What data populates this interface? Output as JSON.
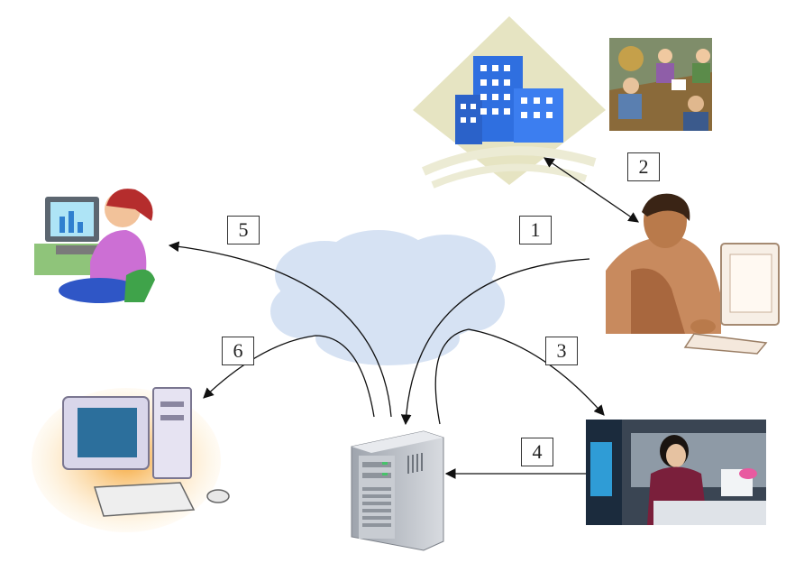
{
  "diagram": {
    "step_labels": [
      "1",
      "2",
      "3",
      "4",
      "5",
      "6"
    ],
    "nodes": [
      {
        "id": "company",
        "icon": "office-building-icon"
      },
      {
        "id": "meeting",
        "icon": "business-meeting-photo"
      },
      {
        "id": "businessman",
        "icon": "man-at-computer-icon"
      },
      {
        "id": "woman-operator",
        "icon": "woman-at-computer-icon"
      },
      {
        "id": "home-pc",
        "icon": "desktop-computer-icon"
      },
      {
        "id": "server",
        "icon": "server-tower-icon"
      },
      {
        "id": "internet",
        "icon": "cloud-icon"
      }
    ],
    "colors": {
      "cloud": "#d6e2f3",
      "building": "#2f6fe0",
      "diamond": "#e6e4c2",
      "line": "#111111"
    }
  }
}
